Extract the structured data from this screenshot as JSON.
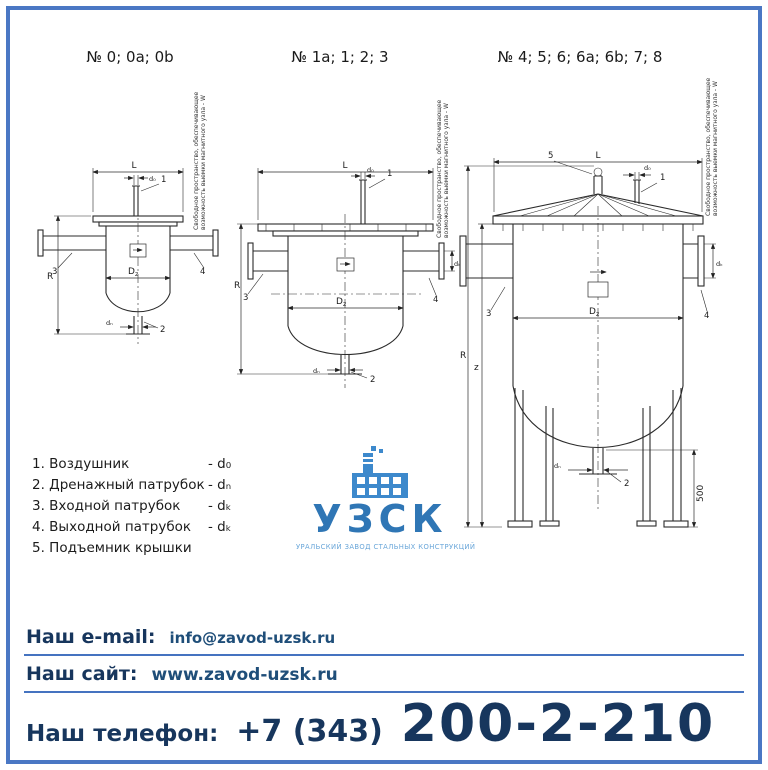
{
  "frame": {
    "color": "#4a77c4"
  },
  "titles": {
    "d1": "№ 0; 0a; 0b",
    "d2": "№ 1a; 1; 2; 3",
    "d3": "№ 4; 5; 6; 6a; 6b; 7; 8"
  },
  "note": {
    "line1": "Свободное пространство, обеспечивающее",
    "line2": "возможность выемки магнитного узла - W"
  },
  "dims": {
    "L": "L",
    "R": "R",
    "z": "z",
    "D": "D",
    "z_sub": "z",
    "d0": "d₀",
    "dn": "dₙ",
    "dk": "dₖ",
    "h500": "500",
    "n1": "1",
    "n2": "2",
    "n3": "3",
    "n4": "4",
    "n5": "5"
  },
  "legend": {
    "items": [
      {
        "text": "1. Воздушник",
        "dim": "- d₀"
      },
      {
        "text": "2. Дренажный патрубок",
        "dim": "- dₙ"
      },
      {
        "text": "3. Входной патрубок",
        "dim": "- dₖ"
      },
      {
        "text": "4. Выходной патрубок",
        "dim": "- dₖ"
      },
      {
        "text": "5. Подъемник крышки",
        "dim": ""
      }
    ]
  },
  "logo": {
    "name": "УЗСК",
    "subtitle": "УРАЛЬСКИЙ ЗАВОД СТАЛЬНЫХ КОНСТРУКЦИЙ"
  },
  "contacts": {
    "email_label": "Наш e-mail:",
    "email_value": "info@zavod-uzsk.ru",
    "site_label": "Наш сайт:",
    "site_value": "www.zavod-uzsk.ru",
    "phone_label": "Наш телефон:",
    "phone_code": "+7 (343)",
    "phone_number": "200-2-210"
  }
}
